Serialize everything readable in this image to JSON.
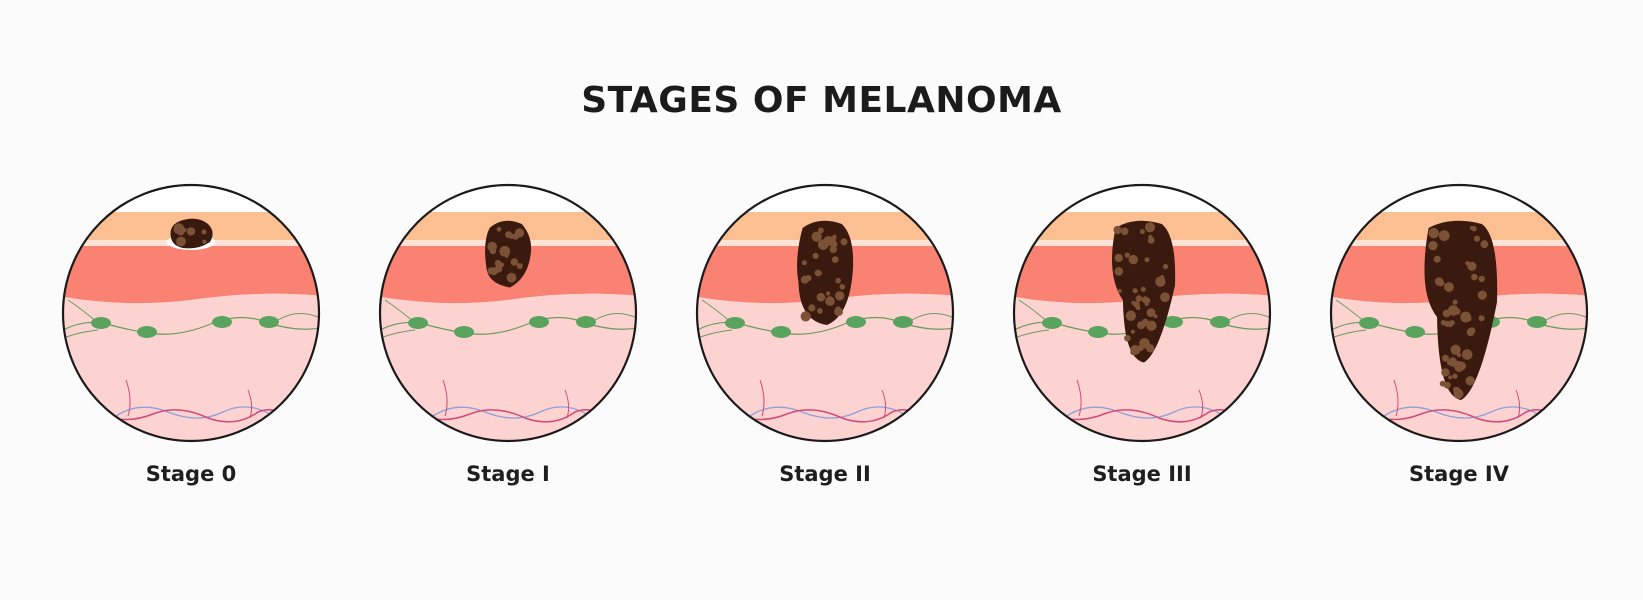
{
  "title": "STAGES OF MELANOMA",
  "colors": {
    "epidermis": "#fbbf91",
    "basal_line": "#fde3d6",
    "dermis": "#f98272",
    "subcutis": "#fdd3d2",
    "cell": "#5aa35e",
    "fiber": "#6b9a5c",
    "vessel_red": "#d24a78",
    "vessel_blue": "#8fa0d8",
    "tumor": "#3a1a0e",
    "tumor_spot": "#7b5235",
    "outline": "#1a1a1a"
  },
  "stages": [
    {
      "label": "Stage 0",
      "depth": 0.0
    },
    {
      "label": "Stage I",
      "depth": 0.25
    },
    {
      "label": "Stage II",
      "depth": 0.5
    },
    {
      "label": "Stage III",
      "depth": 0.75
    },
    {
      "label": "Stage IV",
      "depth": 1.0
    }
  ]
}
